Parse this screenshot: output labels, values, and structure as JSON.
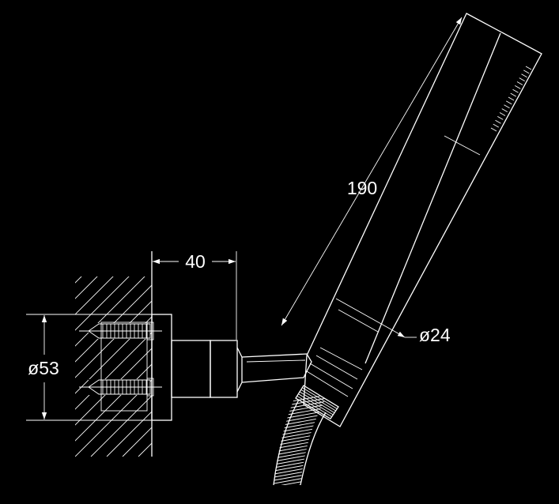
{
  "dimensions": {
    "wall_depth": "40",
    "flange_diameter": "ø53",
    "handset_length": "190",
    "handset_diameter": "ø24"
  },
  "colors": {
    "background": "#000000",
    "line": "#ffffff"
  }
}
